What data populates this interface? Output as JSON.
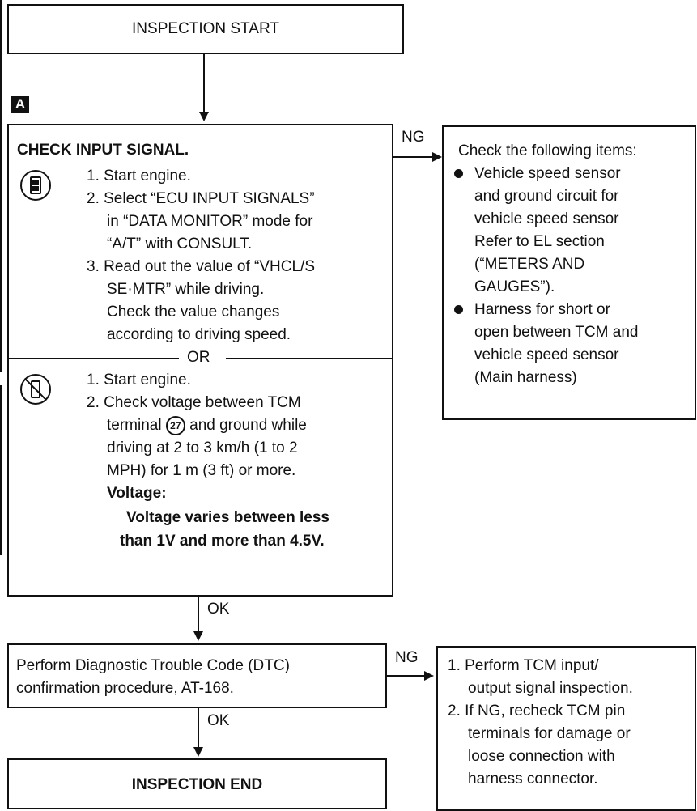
{
  "start_box": {
    "label": "INSPECTION START"
  },
  "marker_a": "A",
  "check_box": {
    "title": "CHECK INPUT SIGNAL.",
    "consult_steps": [
      "1. Start engine.",
      "2. Select “ECU INPUT SIGNALS”",
      "in “DATA MONITOR” mode for",
      "“A/T” with CONSULT.",
      "3. Read out the value of “VHCL/S",
      "SE·MTR” while driving.",
      "Check the value changes",
      "according to driving speed."
    ],
    "or_label": "OR",
    "manual_steps": [
      "1. Start engine.",
      "2. Check voltage between TCM",
      "terminal",
      "and ground while",
      "driving at 2 to 3 km/h (1 to 2",
      "MPH) for 1 m (3 ft) or more."
    ],
    "terminal_number": "27",
    "voltage_label": "Voltage:",
    "voltage_spec": [
      "Voltage varies between less",
      "than 1V and more than 4.5V."
    ]
  },
  "ng_label_1": "NG",
  "items_box": {
    "title": "Check the following items:",
    "bullet1": [
      "Vehicle speed sensor",
      "and ground circuit for",
      "vehicle speed sensor",
      "Refer to EL section",
      "(“METERS AND",
      "GAUGES”)."
    ],
    "bullet2": [
      "Harness for short or",
      "open between TCM and",
      "vehicle speed sensor",
      "(Main harness)"
    ]
  },
  "ok_label_1": "OK",
  "dtc_box": {
    "lines": [
      "Perform Diagnostic Trouble Code (DTC)",
      "confirmation procedure, AT-168."
    ]
  },
  "ng_label_2": "NG",
  "tcm_box": {
    "lines": [
      "1. Perform TCM input/",
      "output signal inspection.",
      "2. If NG, recheck TCM pin",
      "terminals for damage or",
      "loose connection with",
      "harness connector."
    ]
  },
  "ok_label_2": "OK",
  "end_box": {
    "label": "INSPECTION END"
  }
}
